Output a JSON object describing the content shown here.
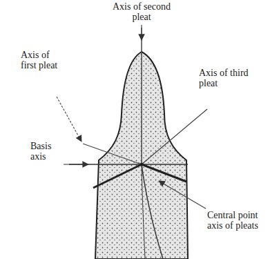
{
  "diagram": {
    "labels": [
      "Axis of second pleat",
      "Axis of first pleat",
      "Axis of third pleat",
      "Basis axis",
      "Central point axis of pleats"
    ]
  }
}
